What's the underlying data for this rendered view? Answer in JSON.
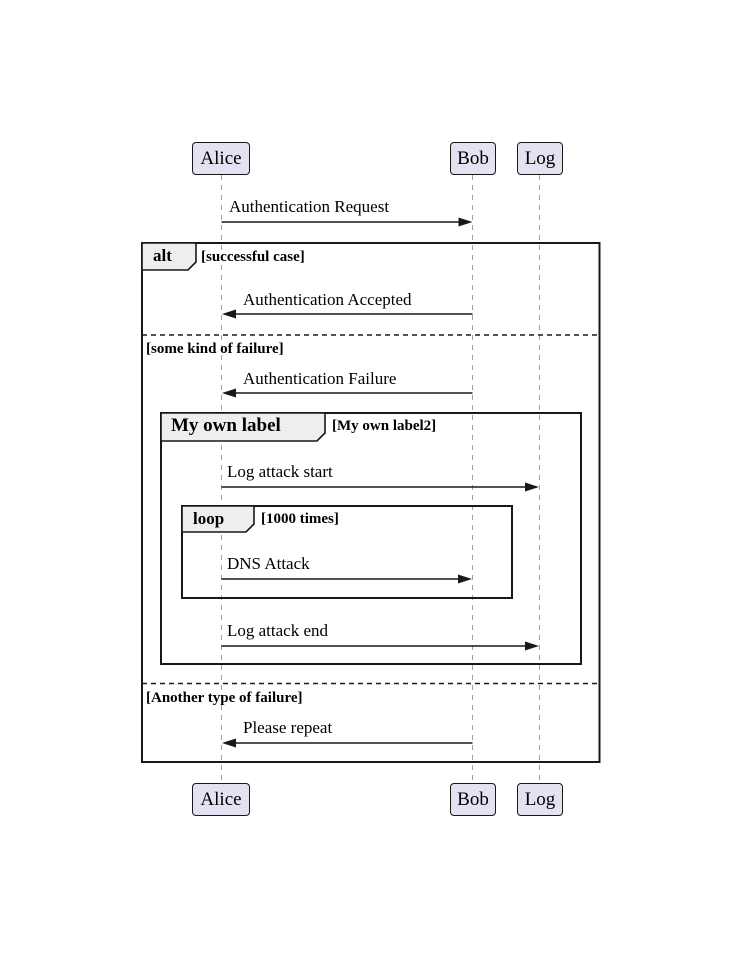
{
  "diagram_type": "uml-sequence-diagram",
  "participants": [
    {
      "name": "Alice"
    },
    {
      "name": "Bob"
    },
    {
      "name": "Log"
    }
  ],
  "messages": [
    {
      "label": "Authentication Request",
      "from": "Alice",
      "to": "Bob"
    },
    {
      "label": "Authentication Accepted",
      "from": "Bob",
      "to": "Alice"
    },
    {
      "label": "Authentication Failure",
      "from": "Bob",
      "to": "Alice"
    },
    {
      "label": "Log attack start",
      "from": "Alice",
      "to": "Log"
    },
    {
      "label": "DNS Attack",
      "from": "Alice",
      "to": "Bob"
    },
    {
      "label": "Log attack end",
      "from": "Alice",
      "to": "Log"
    },
    {
      "label": "Please repeat",
      "from": "Bob",
      "to": "Alice"
    }
  ],
  "frames": {
    "alt": {
      "operator": "alt",
      "conditions": [
        "[successful case]",
        "[some kind of failure]",
        "[Another type of failure]"
      ]
    },
    "group": {
      "operator": "My own label",
      "condition": "[My own label2]"
    },
    "loop": {
      "operator": "loop",
      "condition": "[1000 times]"
    }
  },
  "colors": {
    "background": "#FFFFFF",
    "participant_fill": "#E2E2F0",
    "participant_border": "#181818",
    "frame_label_fill": "#EEEEEE",
    "line": "#181818",
    "lifeline": "#A0A0A0",
    "text": "#000000"
  }
}
